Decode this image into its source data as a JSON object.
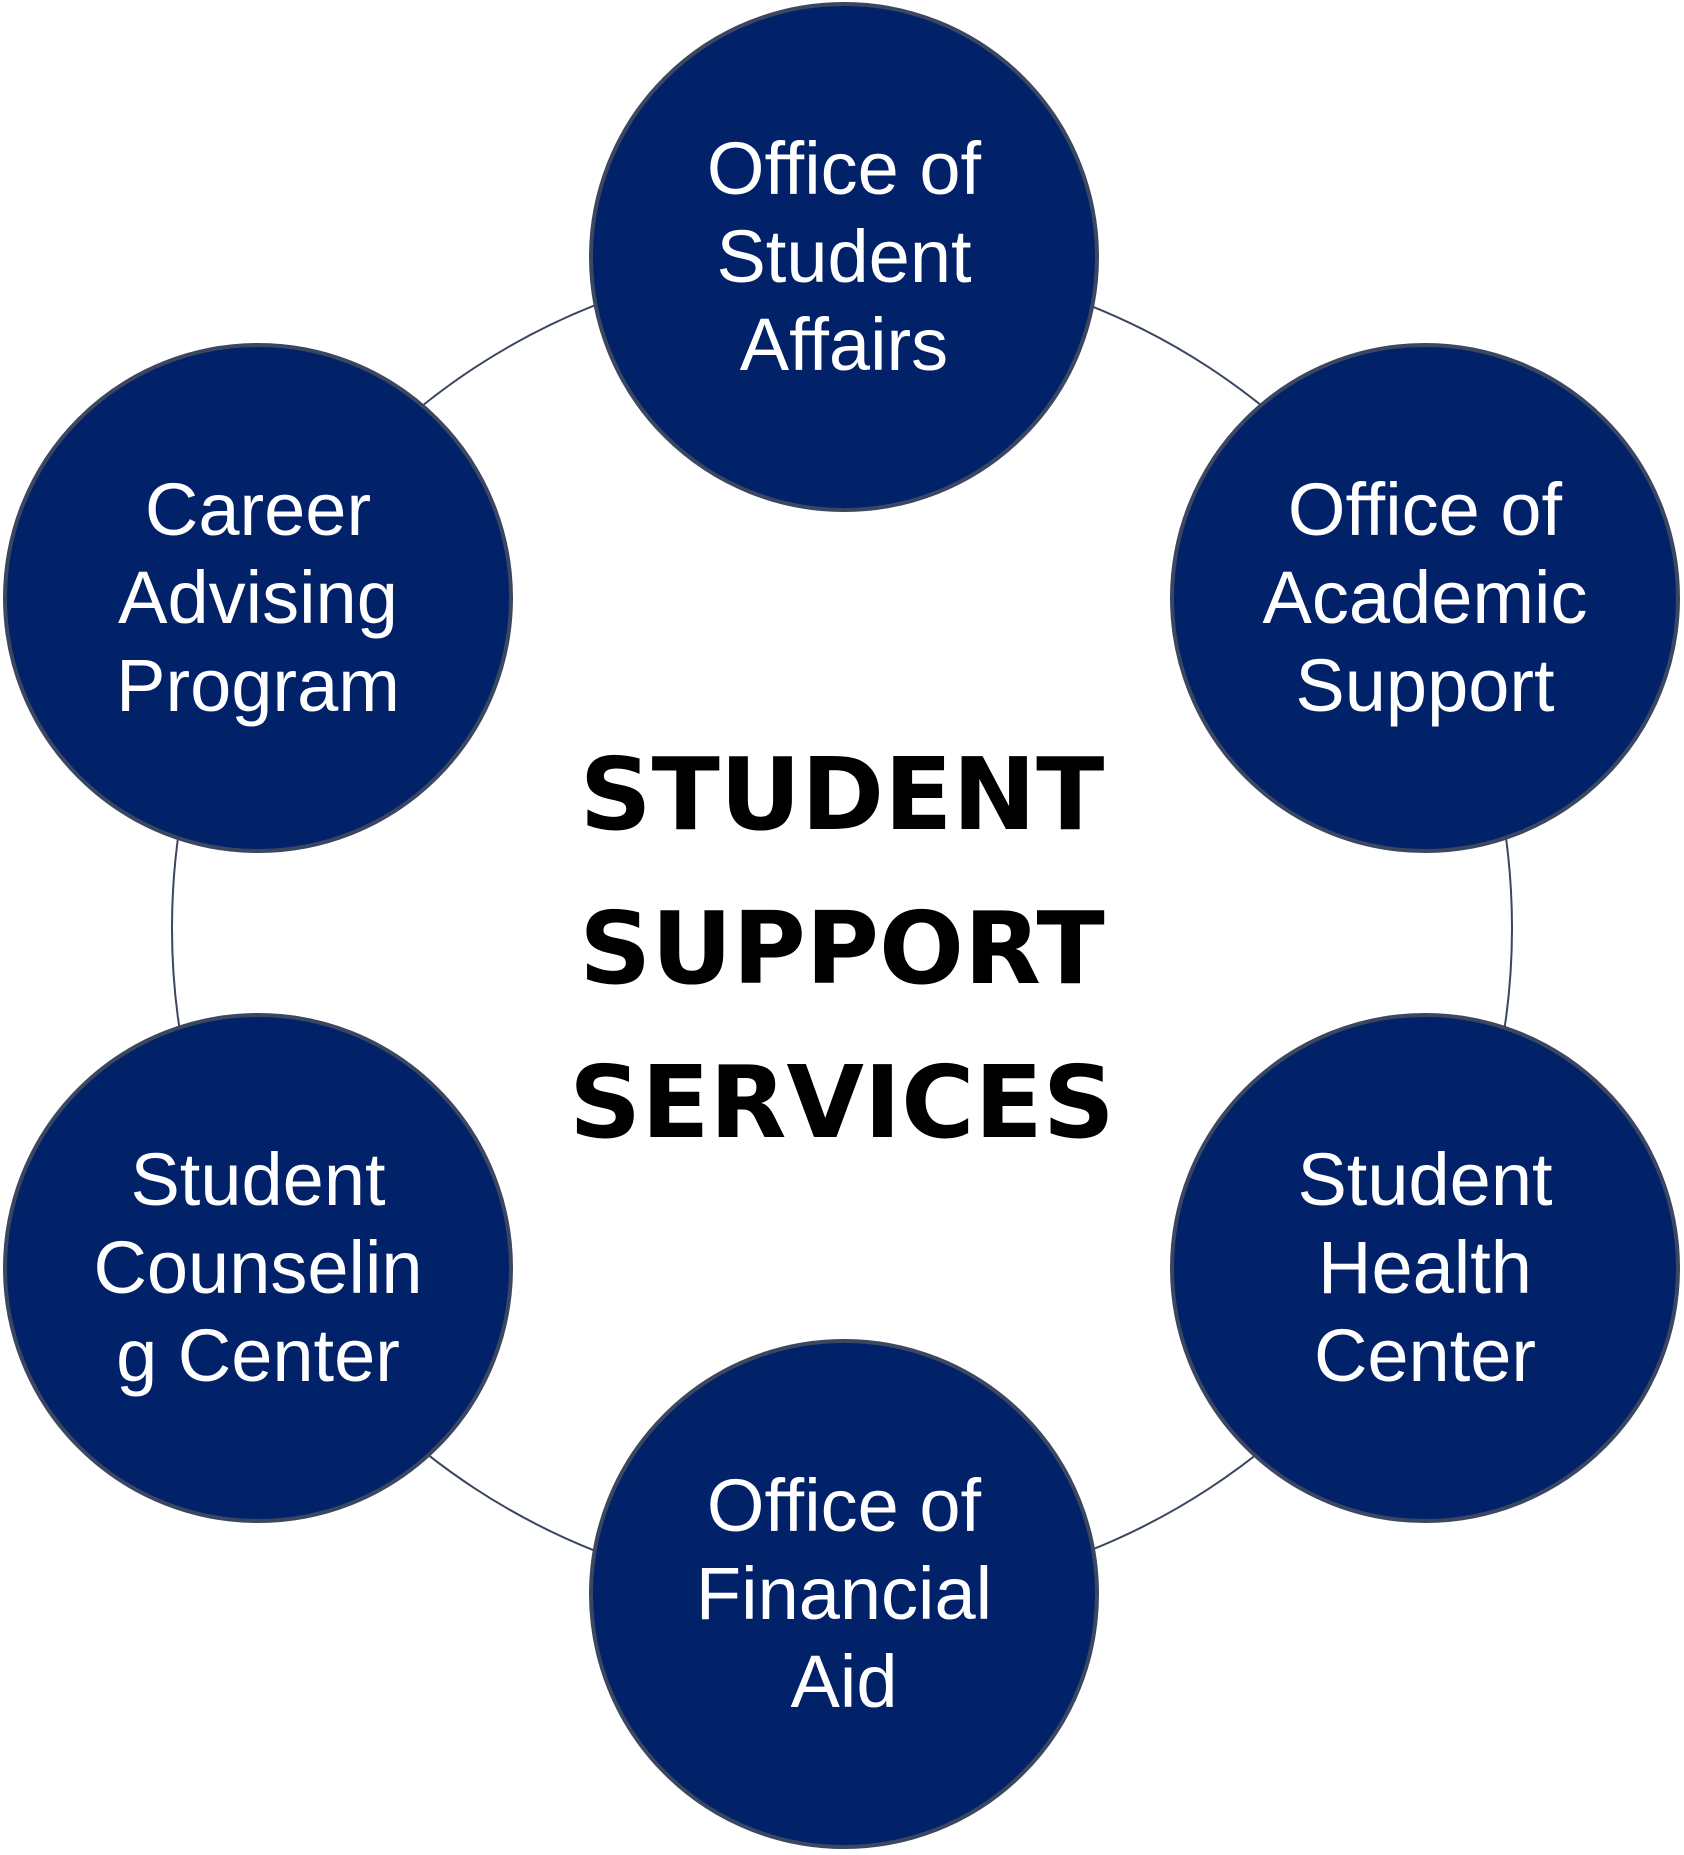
{
  "colors": {
    "node_fill": "#012169",
    "node_border": "#3b4760",
    "ring_stroke": "#3b4760",
    "node_text": "#ffffff",
    "title_text": "#000000"
  },
  "center": {
    "lines": [
      "STUDENT",
      "SUPPORT",
      "SERVICES"
    ]
  },
  "nodes": [
    {
      "id": "student-affairs",
      "lines": [
        "Office of",
        "Student",
        "Affairs"
      ]
    },
    {
      "id": "academic-support",
      "lines": [
        "Office of",
        "Academic",
        "Support"
      ]
    },
    {
      "id": "health-center",
      "lines": [
        "Student",
        "Health",
        "Center"
      ]
    },
    {
      "id": "financial-aid",
      "lines": [
        "Office of",
        "Financial",
        "Aid"
      ]
    },
    {
      "id": "counseling-center",
      "lines": [
        "Student",
        "Counselin",
        "g Center"
      ]
    },
    {
      "id": "career-advising",
      "lines": [
        "Career",
        "Advising",
        "Program"
      ]
    }
  ]
}
